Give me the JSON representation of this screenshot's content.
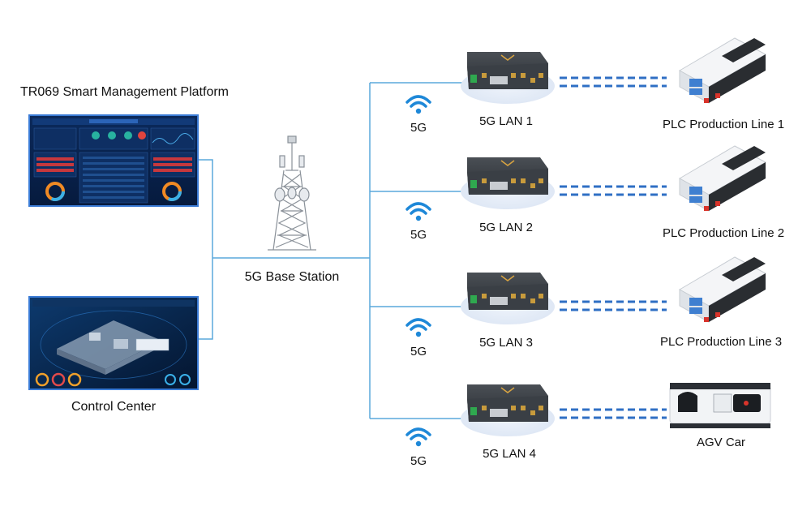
{
  "platform": {
    "title": "TR069 Smart Management Platform"
  },
  "control_center": {
    "label": "Control Center"
  },
  "base_station": {
    "label": "5G Base Station"
  },
  "routers": [
    {
      "label": "5G LAN 1",
      "signal": "5G"
    },
    {
      "label": "5G LAN 2",
      "signal": "5G"
    },
    {
      "label": "5G LAN 3",
      "signal": "5G"
    },
    {
      "label": "5G LAN 4",
      "signal": "5G"
    }
  ],
  "devices": [
    {
      "label": "PLC Production Line 1",
      "type": "plc"
    },
    {
      "label": "PLC Production Line 2",
      "type": "plc"
    },
    {
      "label": "PLC Production Line 3",
      "type": "plc"
    },
    {
      "label": "AGV Car",
      "type": "agv"
    }
  ],
  "colors": {
    "line": "#5aa8dc",
    "dashed": "#2f6fc4",
    "wifi": "#1e88d8"
  }
}
